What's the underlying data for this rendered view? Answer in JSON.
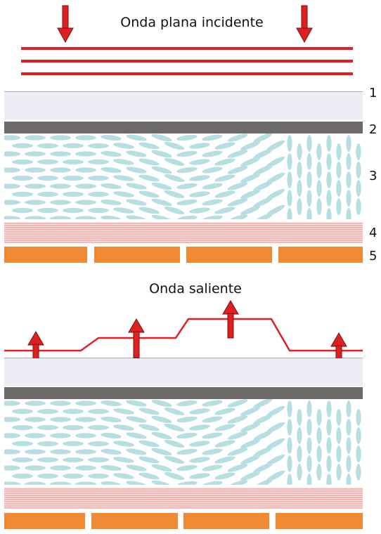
{
  "incident": {
    "title": "Onda plana incidente",
    "arrow_color": "#e02020"
  },
  "reflected": {
    "title": "Onda saliente",
    "arrow_color": "#e02020"
  },
  "layer_numbers": [
    "1",
    "2",
    "3",
    "4",
    "5"
  ],
  "colors": {
    "wave_line": "#e02020",
    "glass": "#eeedf6",
    "electrode": "#6e6a6a",
    "liquid_crystal": "#b7dfe2",
    "mirror_stripe": "#f08a8a",
    "mirror_bg": "#fbe3e3",
    "pixel_pad": "#f08a33"
  }
}
